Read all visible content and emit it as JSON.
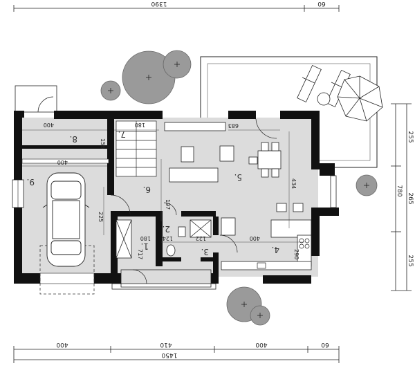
{
  "dimensions": {
    "top_left": "1390",
    "top_right": "60",
    "right_total": "780",
    "right_top": "255",
    "right_mid": "265",
    "right_bottom": "255",
    "bottom_1": "400",
    "bottom_2": "410",
    "bottom_3": "400",
    "bottom_4": "60",
    "bottom_total": "1450"
  },
  "rooms": {
    "r1": "1.",
    "r2": "2.",
    "r3": "3.",
    "r4": "4.",
    "r5": "5.",
    "r6": "6.",
    "r7": "7.",
    "r8": "8.",
    "r9": "9."
  },
  "labels": {
    "d400a": "400",
    "d400b": "400",
    "d156": "156",
    "d180": "180",
    "d683": "683",
    "d434": "434",
    "d197": "197",
    "d225": "225",
    "d180b": "180",
    "d124": "124",
    "d122": "122",
    "d400c": "400",
    "d290": "290",
    "d717": "717"
  },
  "colors": {
    "wall": "#111111",
    "floor": "#dcdcdc",
    "tree": "#9a9a9a",
    "terrace": "#ffffff"
  },
  "icons": [
    "car-icon",
    "tree-icon",
    "umbrella-icon",
    "sunbed-icon",
    "stove-icon",
    "sink-icon"
  ]
}
